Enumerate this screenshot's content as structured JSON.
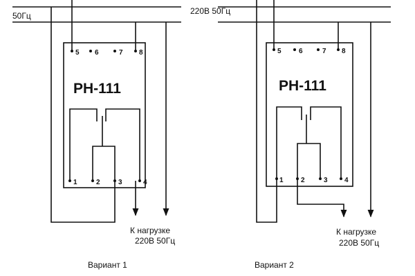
{
  "left": {
    "supply_label": "50Гц",
    "device_label": "РН-111",
    "terminals_top": [
      "5",
      "6",
      "7",
      "8"
    ],
    "terminals_bottom": [
      "1",
      "2",
      "3",
      "4"
    ],
    "load_line1": "К нагрузке",
    "load_line2": "220В 50Гц",
    "variant_label": "Вариант 1"
  },
  "right": {
    "supply_label": "220В 50Гц",
    "device_label": "РН-111",
    "terminals_top": [
      "5",
      "6",
      "7",
      "8"
    ],
    "terminals_bottom": [
      "1",
      "2",
      "3",
      "4"
    ],
    "load_line1": "К нагрузке",
    "load_line2": "220В 50Гц",
    "variant_label": "Вариант 2"
  }
}
